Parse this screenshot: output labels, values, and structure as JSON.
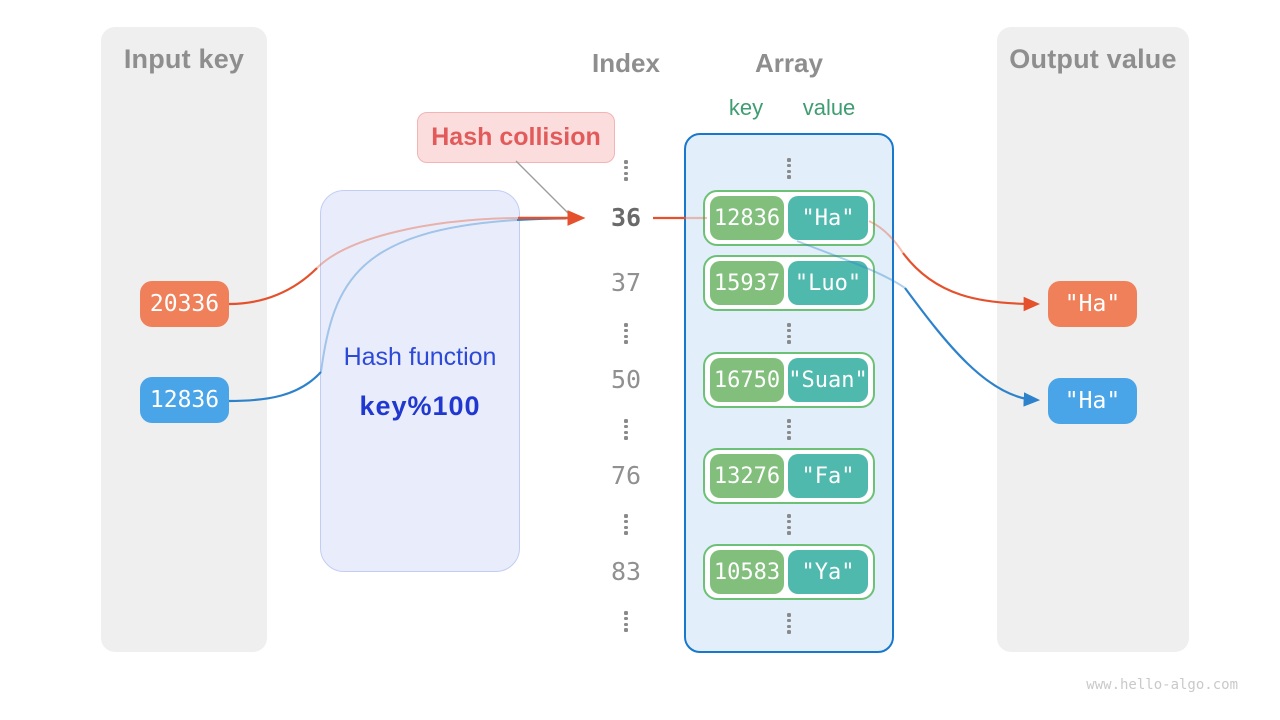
{
  "page": {
    "watermark": "www.hello-algo.com"
  },
  "colors": {
    "orange_box": "#F0805A",
    "blue_box": "#49A4E8",
    "orange_line": "#E4512C",
    "blue_line": "#2E82CB",
    "key_green": "#82BF7D",
    "value_teal": "#4FB9AE",
    "entry_border": "#6DC177",
    "array_bg": "#E2EFFA",
    "array_border": "#1778CE",
    "hash_bg": "#E9EDFB",
    "hash_text": "#2C49D8",
    "collision_bg": "#FBDDDD",
    "collision_text": "#E25B5B",
    "panel_bg": "#EFEFEF",
    "header_gray": "#8E8E8E",
    "kv_header_green": "#3E9D71"
  },
  "input_panel": {
    "title": "Input key",
    "keys": [
      {
        "label": "20336",
        "color": "orange"
      },
      {
        "label": "12836",
        "color": "blue"
      }
    ]
  },
  "hash_box": {
    "title": "Hash function",
    "formula": "key%100"
  },
  "collision_label": {
    "text": "Hash collision"
  },
  "index_column": {
    "title": "Index",
    "values": [
      "36",
      "37",
      "50",
      "76",
      "83"
    ]
  },
  "array_panel": {
    "title": "Array",
    "key_header": "key",
    "value_header": "value",
    "entries": [
      {
        "key": "12836",
        "value": "\"Ha\""
      },
      {
        "key": "15937",
        "value": "\"Luo\""
      },
      {
        "key": "16750",
        "value": "\"Suan\""
      },
      {
        "key": "13276",
        "value": "\"Fa\""
      },
      {
        "key": "10583",
        "value": "\"Ya\""
      }
    ]
  },
  "output_panel": {
    "title": "Output value",
    "values": [
      {
        "label": "\"Ha\"",
        "color": "orange"
      },
      {
        "label": "\"Ha\"",
        "color": "blue"
      }
    ]
  }
}
